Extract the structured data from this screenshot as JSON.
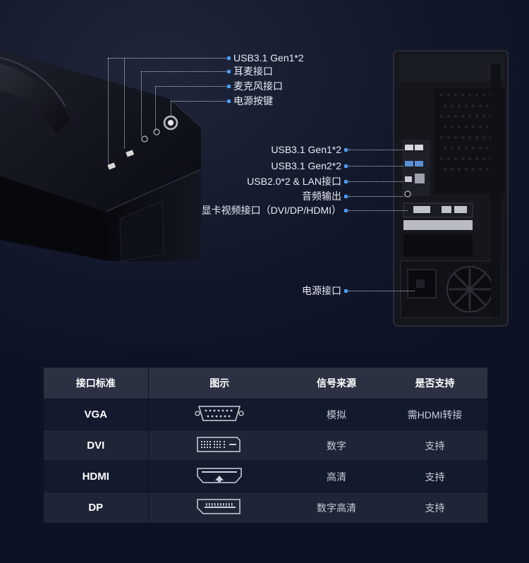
{
  "left_callouts": [
    {
      "label": "USB3.1 Gen1*2"
    },
    {
      "label": "耳麦接口"
    },
    {
      "label": "麦克风接口"
    },
    {
      "label": "电源按键"
    }
  ],
  "right_callouts": [
    {
      "label": "USB3.1  Gen1*2"
    },
    {
      "label": "USB3.1  Gen2*2"
    },
    {
      "label": "USB2.0*2 &  LAN接口"
    },
    {
      "label": "音频输出"
    },
    {
      "label": "显卡视频接口（DVI/DP/HDMI）"
    },
    {
      "label": "电源接口"
    }
  ],
  "table": {
    "headers": [
      "接口标准",
      "图示",
      "信号来源",
      "是否支持"
    ],
    "rows": [
      {
        "name": "VGA",
        "icon": "vga-port-icon",
        "source": "模拟",
        "support": "需HDMI转接"
      },
      {
        "name": "DVI",
        "icon": "dvi-port-icon",
        "source": "数字",
        "support": "支持"
      },
      {
        "name": "HDMI",
        "icon": "hdmi-port-icon",
        "source": "高清",
        "support": "支持"
      },
      {
        "name": "DP",
        "icon": "dp-port-icon",
        "source": "数字高清",
        "support": "支持"
      }
    ]
  },
  "colors": {
    "background": "#0d1226",
    "accent_dot": "#4a9cff",
    "header_bg": "#2c3142"
  }
}
